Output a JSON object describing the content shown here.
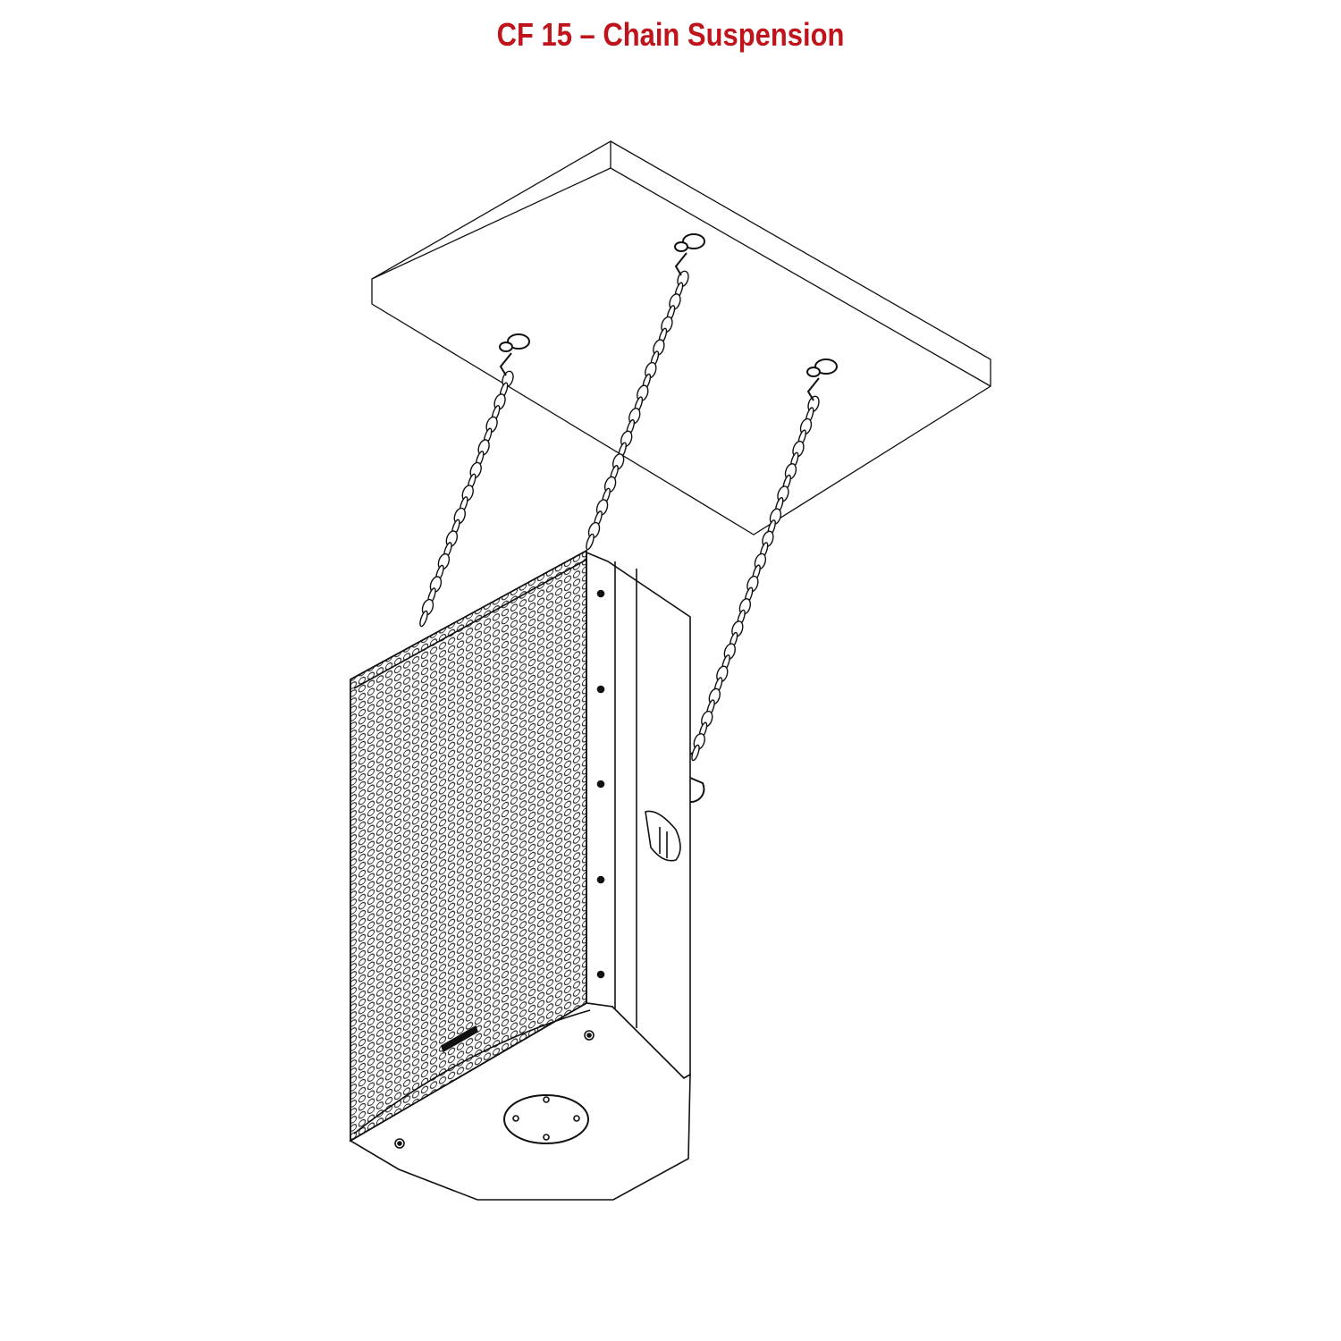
{
  "title": "CF 15 – Chain Suspension",
  "colors": {
    "title": "#c0141c",
    "line": "#111111",
    "background": "#ffffff"
  },
  "diagram": {
    "components": [
      "ceiling-slab",
      "eye-bolt-left",
      "eye-bolt-center",
      "eye-bolt-right",
      "chain-left",
      "chain-center",
      "chain-right",
      "s-hook-right",
      "loudspeaker-cabinet",
      "grille",
      "handle",
      "pole-mount-plate"
    ]
  }
}
